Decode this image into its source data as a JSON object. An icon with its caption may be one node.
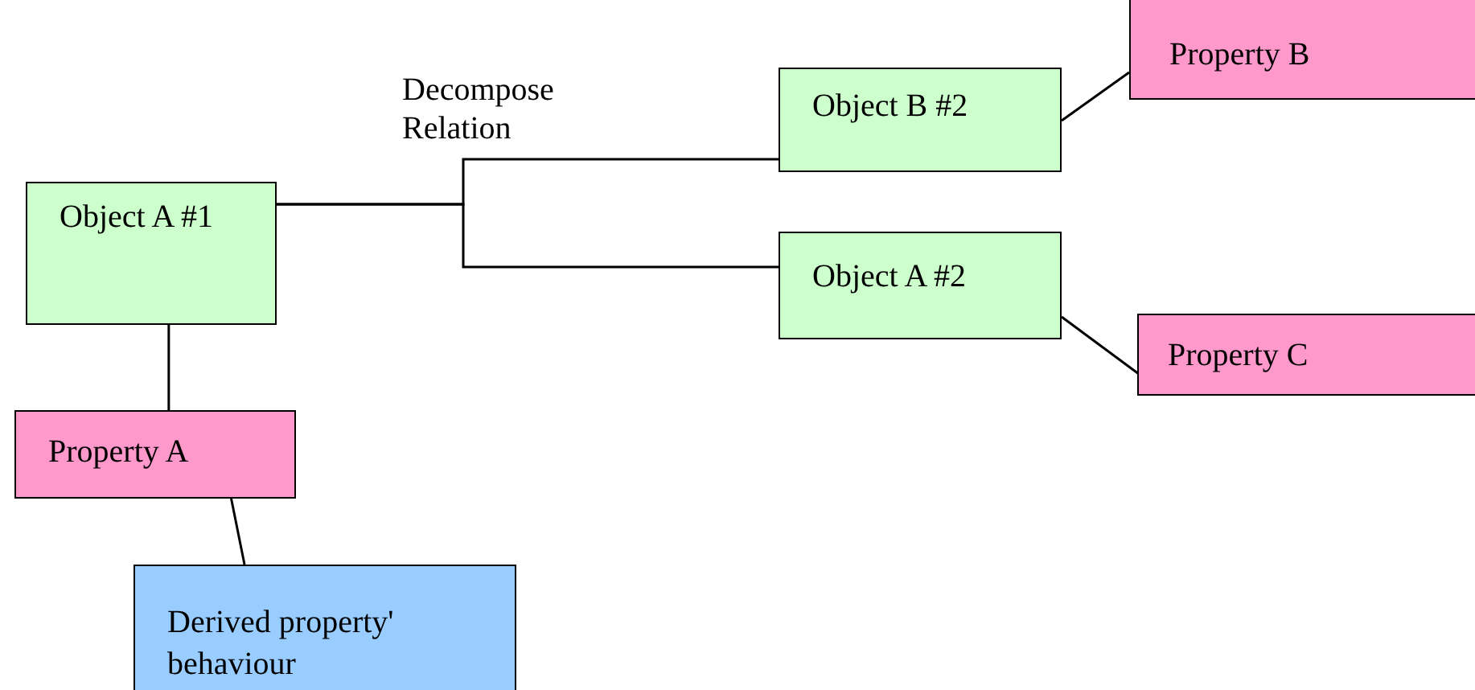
{
  "diagram": {
    "nodes": [
      {
        "text": [
          "Object A #1"
        ]
      },
      {
        "text": [
          "Object B #2"
        ]
      },
      {
        "text": [
          "Property B"
        ]
      },
      {
        "text": [
          "Object A #2"
        ]
      },
      {
        "text": [
          "Property C"
        ]
      },
      {
        "text": [
          "Property A"
        ]
      },
      {
        "text": [
          "Derived property' behaviour"
        ]
      }
    ],
    "edges": [
      {
        "from": 0,
        "to": 1,
        "arrow": "none"
      },
      {
        "from": 0,
        "to": 3,
        "arrow": "none"
      },
      {
        "from": 1,
        "to": 2,
        "arrow": "none"
      },
      {
        "from": 3,
        "to": 4,
        "arrow": "none"
      },
      {
        "from": 0,
        "to": 5,
        "arrow": "none"
      },
      {
        "from": 5,
        "to": 6,
        "arrow": "none"
      }
    ],
    "labels": [
      "Decompose Relation"
    ]
  }
}
